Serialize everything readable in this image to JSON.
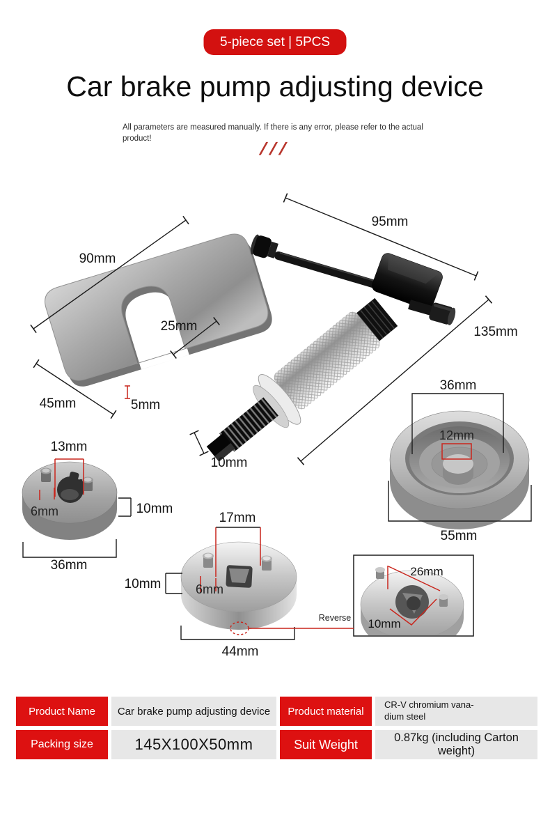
{
  "badge": {
    "label": "5-piece set | 5PCS"
  },
  "title": "Car brake pump adjusting device",
  "disclaimer": "All parameters are measured manually. If there is any error, please refer to the actual\nproduct!",
  "decor": {
    "slashes": "///"
  },
  "colors": {
    "accent_red": "#d31110",
    "table_label_bg": "#dd1111",
    "table_value_bg": "#e7e7e7",
    "measure_red": "#c9251c",
    "slash_red": "#b8352c"
  },
  "diagram": {
    "labels": {
      "handle_length": "95mm",
      "plate_length": "90mm",
      "plate_notch": "25mm",
      "plate_width": "45mm",
      "plate_thickness": "5mm",
      "tool_length": "135mm",
      "tip_width": "10mm",
      "cup_inner": "36mm",
      "cup_hub": "12mm",
      "cup_outer": "55mm",
      "disc1_pin_spacing": "13mm",
      "disc1_pin": "6mm",
      "disc1_thickness": "10mm",
      "disc1_diameter": "36mm",
      "disc2_pin_spacing": "17mm",
      "disc2_pin": "6mm",
      "disc2_thickness": "10mm",
      "disc2_diameter": "44mm",
      "disc3_pin_spacing": "26mm",
      "disc3_hole": "10mm",
      "reverse_note": "Reverse"
    }
  },
  "table": {
    "rows": [
      {
        "c1": "Product Name",
        "c2": "Car brake pump adjusting device",
        "c3": "Product material",
        "c4": "CR-V chromium vana-\ndium steel"
      },
      {
        "c1": "Packing size",
        "c2": "145X100X50mm",
        "c3": "Suit Weight",
        "c4": "0.87kg (including Carton weight)"
      }
    ]
  }
}
